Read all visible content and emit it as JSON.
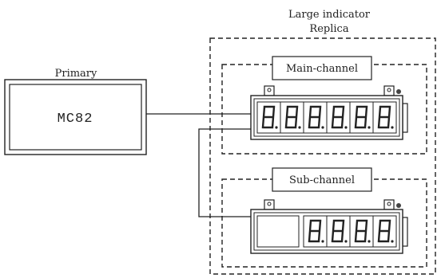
{
  "title": {
    "line1": "Large indicator",
    "line2": "Replica"
  },
  "primary": {
    "label": "Primary",
    "device": "MC82"
  },
  "main_channel": {
    "label": "Main-channel",
    "digit_count": 6
  },
  "sub_channel": {
    "label": "Sub-channel",
    "digit_count": 4
  },
  "digit_glyph": "8."
}
